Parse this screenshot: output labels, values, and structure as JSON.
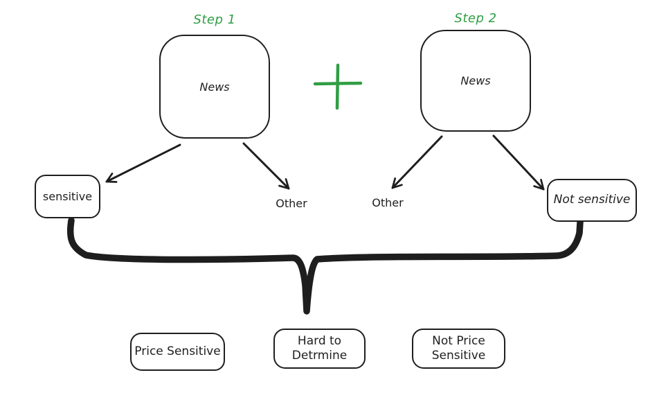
{
  "diagram": {
    "background": "#ffffff",
    "ink_color": "#1e1e1e",
    "accent_green": "#2f9e44",
    "step1": {
      "label": "Step 1",
      "node_label": "News"
    },
    "step2": {
      "label": "Step 2",
      "node_label": "News"
    },
    "combiner_icon": "plus",
    "branch_labels": {
      "sensitive": "sensitive",
      "other_left": "Other",
      "other_right": "Other",
      "not_sensitive": "Not sensitive"
    },
    "outcomes": [
      {
        "id": "price-sensitive",
        "lines": [
          "Price Sensitive",
          ""
        ]
      },
      {
        "id": "hard-to-determine",
        "lines": [
          "Hard to",
          "Detrmine"
        ]
      },
      {
        "id": "not-price-sensitive",
        "lines": [
          "Not Price",
          "Sensitive"
        ]
      }
    ]
  }
}
